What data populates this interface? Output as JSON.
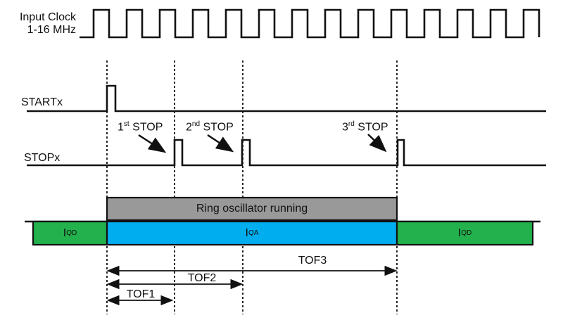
{
  "clock": {
    "label_line1": "Input Clock",
    "label_line2": "1-16 MHz"
  },
  "signals": {
    "start_label": "STARTx",
    "stop_label": "STOPx"
  },
  "stop_events": [
    {
      "num": "1",
      "ordinal": "st",
      "word": "STOP"
    },
    {
      "num": "2",
      "ordinal": "nd",
      "word": "STOP"
    },
    {
      "num": "3",
      "ordinal": "rd",
      "word": "STOP"
    }
  ],
  "ring_bar": {
    "label": "Ring oscillator running",
    "color": "#999999"
  },
  "current_bars": [
    {
      "main": "I",
      "sub": "QD",
      "color": "#22b14c"
    },
    {
      "main": "I",
      "sub": "QA",
      "color": "#00aeef"
    },
    {
      "main": "I",
      "sub": "QD",
      "color": "#22b14c"
    }
  ],
  "tof_arrows": [
    {
      "label": "TOF1"
    },
    {
      "label": "TOF2"
    },
    {
      "label": "TOF3"
    }
  ],
  "colors": {
    "line": "#111111",
    "ring_gray": "#999999",
    "iq_green": "#22b14c",
    "iq_blue": "#00aeef"
  }
}
